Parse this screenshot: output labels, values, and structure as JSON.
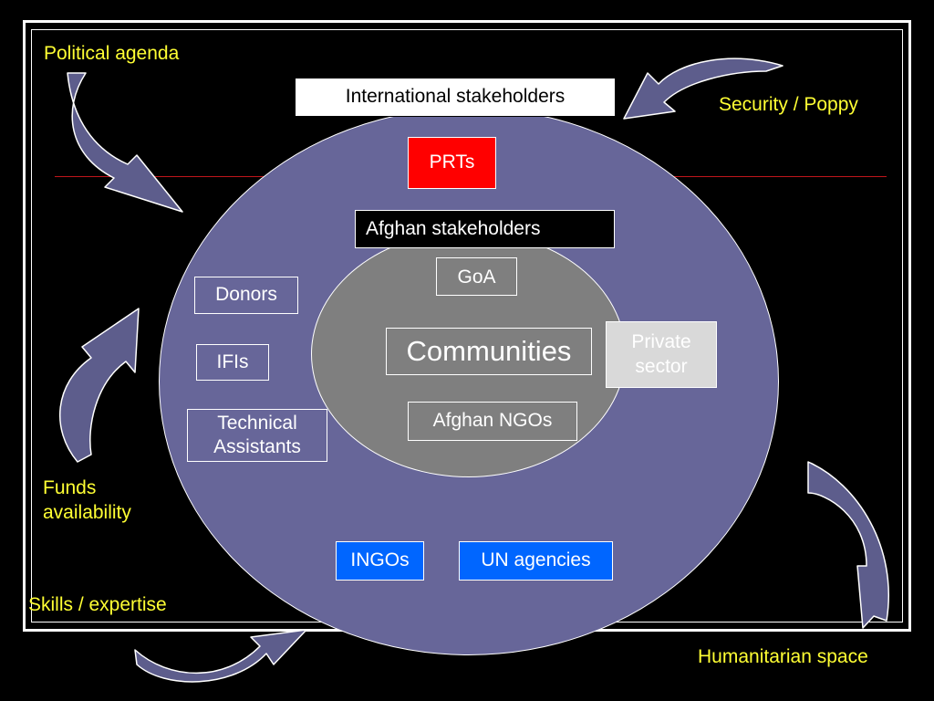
{
  "corners": {
    "political_agenda": "Political agenda",
    "security_poppy": "Security / Poppy",
    "funds_availability": "Funds availability",
    "skills_expertise": "Skills / expertise",
    "humanitarian_space": "Humanitarian space"
  },
  "boxes": {
    "international_stakeholders": "International stakeholders",
    "prts": "PRTs",
    "afghan_stakeholders": "Afghan stakeholders",
    "goa": "GoA",
    "donors": "Donors",
    "communities": "Communities",
    "private_sector": "Private sector",
    "ifis": "IFIs",
    "technical_assistants": "Technical Assistants",
    "afghan_ngos": "Afghan NGOs",
    "ingos": "INGOs",
    "un_agencies": "UN agencies"
  },
  "colors": {
    "outer_circle": "#676699",
    "inner_circle": "#7f7f7f",
    "prts": "#ff0000",
    "blue_boxes": "#0066ff",
    "corner_text": "#ffff33",
    "private_sector": "#d9d9d9",
    "arrow_fill": "#5d5d8c"
  },
  "icons": [
    "curved-arrow-icon"
  ]
}
